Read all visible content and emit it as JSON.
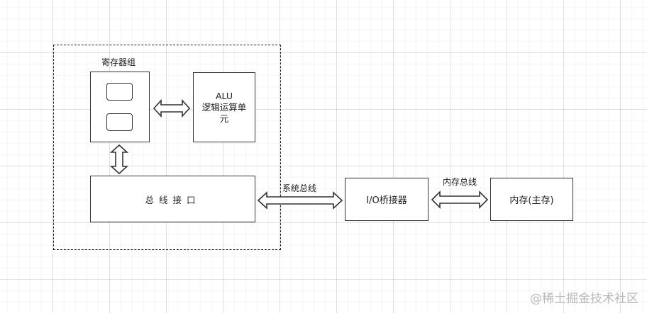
{
  "diagram": {
    "register_group_label": "寄存器组",
    "alu": {
      "line1": "ALU",
      "line2": "逻辑运算单",
      "line3": "元"
    },
    "bus_interface": "总线接口",
    "system_bus_label": "系统总线",
    "io_bridge": "I/O桥接器",
    "memory_bus_label": "内存总线",
    "main_memory": "内存(主存)"
  },
  "watermark": "@稀土掘金技术社区",
  "colors": {
    "stroke": "#333333",
    "text": "#222222",
    "watermark": "#b9b9b9"
  }
}
